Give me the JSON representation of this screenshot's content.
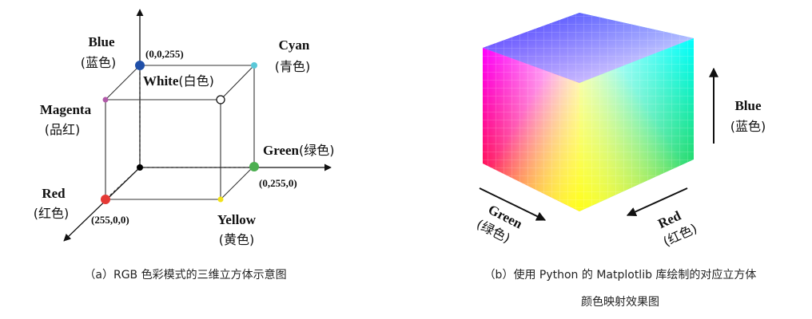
{
  "left": {
    "labels": {
      "blue_en": "Blue",
      "blue_zh": "(蓝色)",
      "cyan_en": "Cyan",
      "cyan_zh": "(青色)",
      "white": "White",
      "white_zh": "(白色)",
      "magenta_en": "Magenta",
      "magenta_zh": "(品红)",
      "green": "Green",
      "green_zh": "(绿色)",
      "red_en": "Red",
      "red_zh": "(红色)",
      "yellow_en": "Yellow",
      "yellow_zh": "(黄色)"
    },
    "coords": {
      "blue": "(0,0,255)",
      "green": "(0,255,0)",
      "red": "(255,0,0)"
    },
    "caption": "（a）RGB 色彩模式的三维立方体示意图",
    "colors": {
      "blue": "#1f4fa8",
      "cyan": "#5ac8d8",
      "magenta": "#b05aa8",
      "green": "#4caf50",
      "red": "#e53935",
      "yellow": "#f2e21a",
      "black": "#000000",
      "white": "#ffffff"
    }
  },
  "right": {
    "labels": {
      "blue_en": "Blue",
      "blue_zh": "(蓝色)",
      "green_en": "Green",
      "green_zh": "(绿色)",
      "red_en": "Red",
      "red_zh": "(红色)"
    },
    "caption_line1": "（b）使用 Python 的 Matplotlib 库绘制的对应立方体",
    "caption_line2": "颜色映射效果图"
  }
}
